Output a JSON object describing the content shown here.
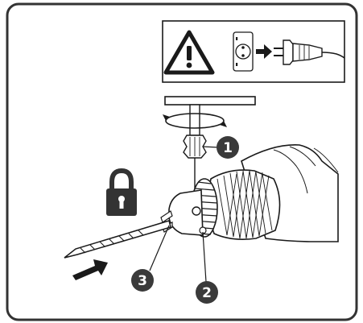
{
  "figure": {
    "warning_panel": {
      "warning_icon": "warning-triangle-icon",
      "socket_icon": "wall-socket-icon",
      "arrow_icon": "arrow-right-icon",
      "plug_icon": "power-plug-icon"
    },
    "lock_icon": "padlock-icon",
    "insert_arrow_icon": "arrow-right-icon",
    "colors": {
      "frame": "#333333",
      "callout_fill": "#3a3a3a",
      "line": "#1a1a1a"
    },
    "steps": [
      {
        "label": "1",
        "target": "chuck-key-tip"
      },
      {
        "label": "2",
        "target": "chuck-keyhole"
      },
      {
        "label": "3",
        "target": "chuck-jaws"
      }
    ]
  }
}
